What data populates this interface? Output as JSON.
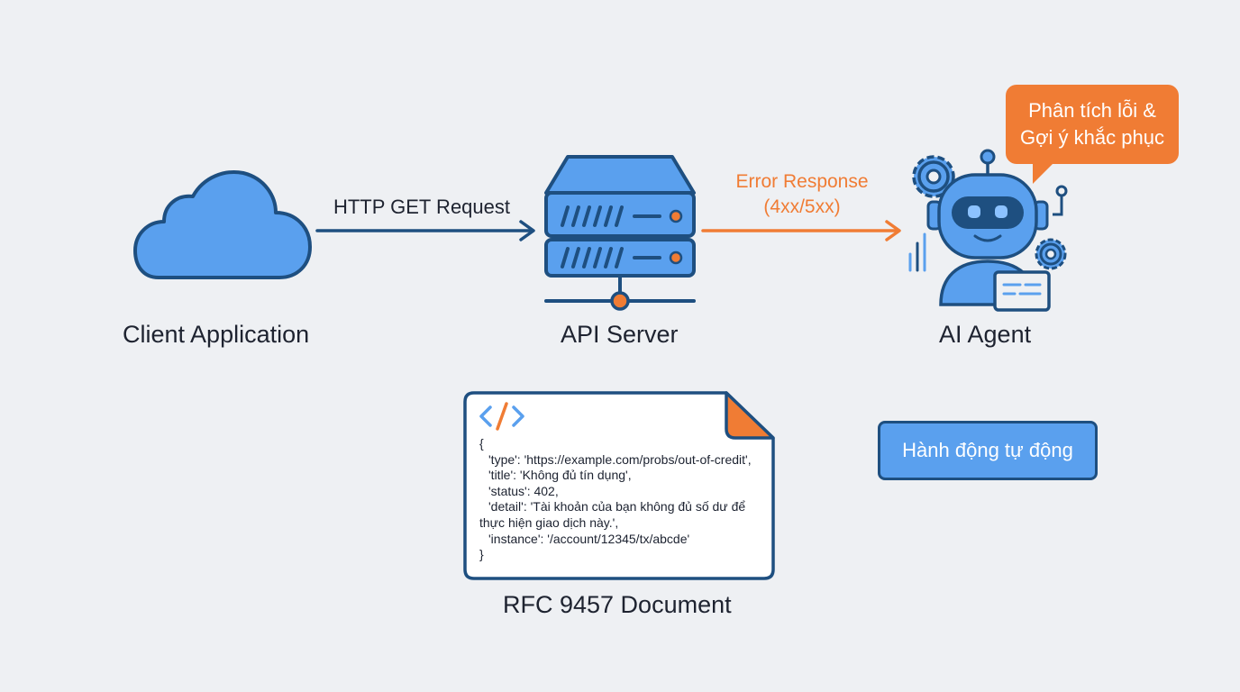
{
  "nodes": {
    "client": {
      "label": "Client Application"
    },
    "server": {
      "label": "API Server"
    },
    "agent": {
      "label": "AI Agent"
    },
    "document": {
      "label": "RFC 9457 Document"
    }
  },
  "edges": {
    "request": {
      "label": "HTTP GET Request"
    },
    "error": {
      "line1": "Error Response",
      "line2": "(4xx/5xx)"
    }
  },
  "bubble": {
    "line1": "Phân tích lỗi &",
    "line2": "Gợi ý khắc phục"
  },
  "action": {
    "label": "Hành động tự động"
  },
  "document_code": {
    "open": "{",
    "type": "'type': 'https://example.com/probs/out-of-credit',",
    "title": "'title': 'Không đủ tín dụng',",
    "status": "'status': 402,",
    "detail_a": "'detail': 'Tài khoản của bạn không đủ số dư để",
    "detail_b": "thực hiện giao dịch này.',",
    "instance": "'instance': '/account/12345/tx/abcde'",
    "close": "}"
  },
  "colors": {
    "background": "#eef0f3",
    "primary_fill": "#5aa0ee",
    "primary_stroke": "#1e4f80",
    "accent_orange": "#f07c34",
    "text": "#1e2330"
  },
  "icons": {
    "client": "cloud-icon",
    "server": "server-rack-icon",
    "agent": "robot-icon",
    "document": "code-document-icon"
  }
}
